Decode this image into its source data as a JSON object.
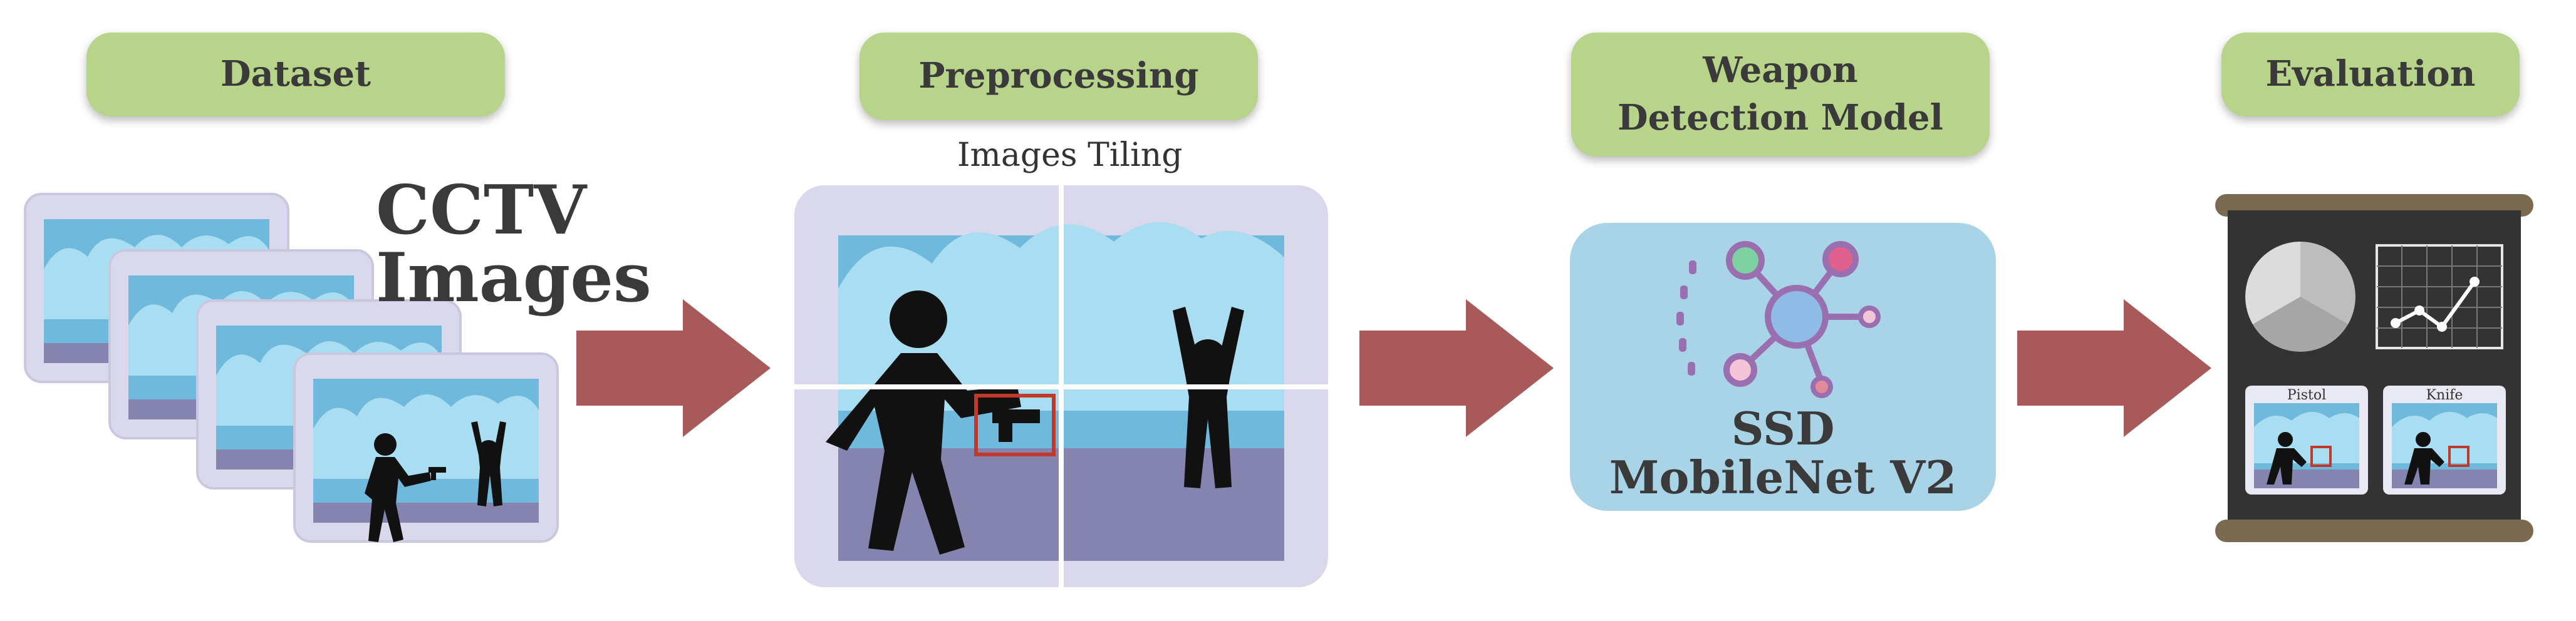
{
  "stages": {
    "dataset": "Dataset",
    "preprocessing": "Preprocessing",
    "model": "Weapon Detection Model",
    "evaluation": "Evaluation"
  },
  "dataset_caption_line1": "CCTV",
  "dataset_caption_line2": "Images",
  "tiling_caption": "Images Tiling",
  "model_name_line1": "SSD",
  "model_name_line2": "MobileNet V2",
  "eval_cards": {
    "left": "Pistol",
    "right": "Knife"
  },
  "colors": {
    "stage_box": "#b8d48a",
    "arrow": "#a85a5a",
    "sky": "#6fb9dc",
    "cloud": "#a9ddf2",
    "ground": "#8484ae",
    "frame": "#d9d8ec",
    "model_panel": "#a9d3e6",
    "board": "#333333",
    "board_rail": "#7a6a52",
    "detection_box": "#c0392b"
  }
}
